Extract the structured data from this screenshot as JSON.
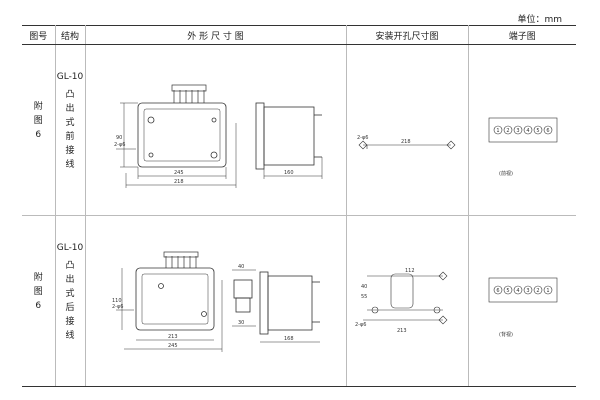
{
  "unit_label": "单位：mm",
  "headers": [
    "图号",
    "结构",
    "外 形 尺 寸 图",
    "安装开孔尺寸图",
    "端子图"
  ],
  "rows": [
    {
      "fig_chars": [
        "附",
        "图",
        "6"
      ],
      "model": "GL-10",
      "struct_chars": [
        "凸",
        "出",
        "式",
        "前",
        "接",
        "线"
      ],
      "dims": {
        "height": "90",
        "width_inner": "245",
        "width_outer": "218",
        "depth": "160",
        "cutout": "218",
        "side": "2-φ6"
      },
      "terminals": [
        "1",
        "2",
        "3",
        "4",
        "5",
        "6"
      ],
      "terminal_caption": "(前视)"
    },
    {
      "fig_chars": [
        "附",
        "图",
        "6"
      ],
      "model": "GL-10",
      "struct_chars": [
        "凸",
        "出",
        "式",
        "后",
        "接",
        "线"
      ],
      "dims": {
        "height": "110",
        "width_inner": "213",
        "width_outer": "245",
        "depth": "168",
        "top": "40",
        "bottom": "30",
        "cutout_w": "112",
        "cutout_left": "213",
        "cutout_h": "40",
        "slot_h": "55",
        "side": "2-φ6"
      },
      "terminals": [
        "6",
        "5",
        "4",
        "3",
        "2",
        "1"
      ],
      "terminal_caption": "(背视)"
    }
  ]
}
